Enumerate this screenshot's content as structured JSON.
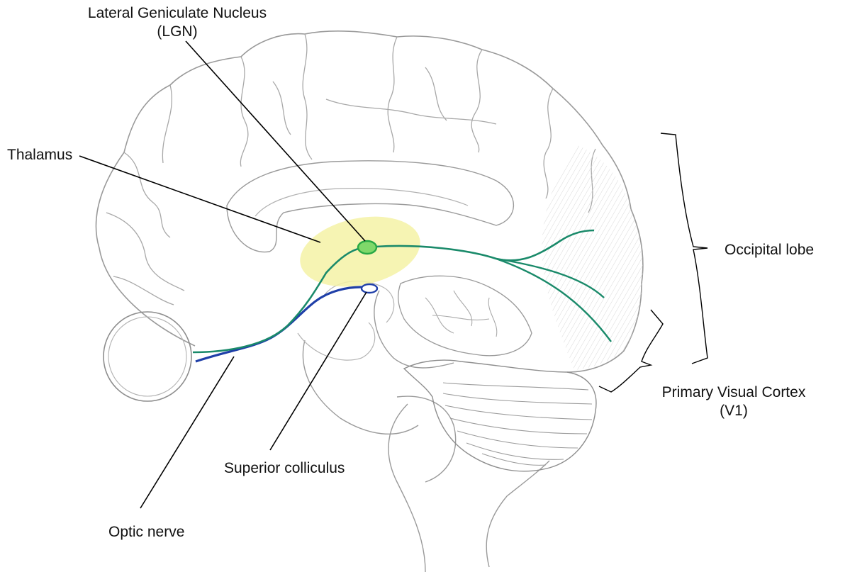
{
  "labels": {
    "lgn_line1": "Lateral Geniculate Nucleus",
    "lgn_line2": "(LGN)",
    "thalamus": "Thalamus",
    "occipital_lobe": "Occipital lobe",
    "v1_line1": "Primary Visual Cortex",
    "v1_line2": "(V1)",
    "superior_colliculus": "Superior colliculus",
    "optic_nerve": "Optic nerve"
  },
  "colors": {
    "background": "#ffffff",
    "sketch": "#9a9a9a",
    "leader_line": "#000000",
    "thalamus_fill": "#f4f2a6",
    "lgn_fill": "#7fd86a",
    "lgn_stroke": "#27a844",
    "visual_pathway": "#1a8a6a",
    "colliculus_pathway": "#1f3fa8",
    "cortex_shading": "#e2e2e2"
  }
}
